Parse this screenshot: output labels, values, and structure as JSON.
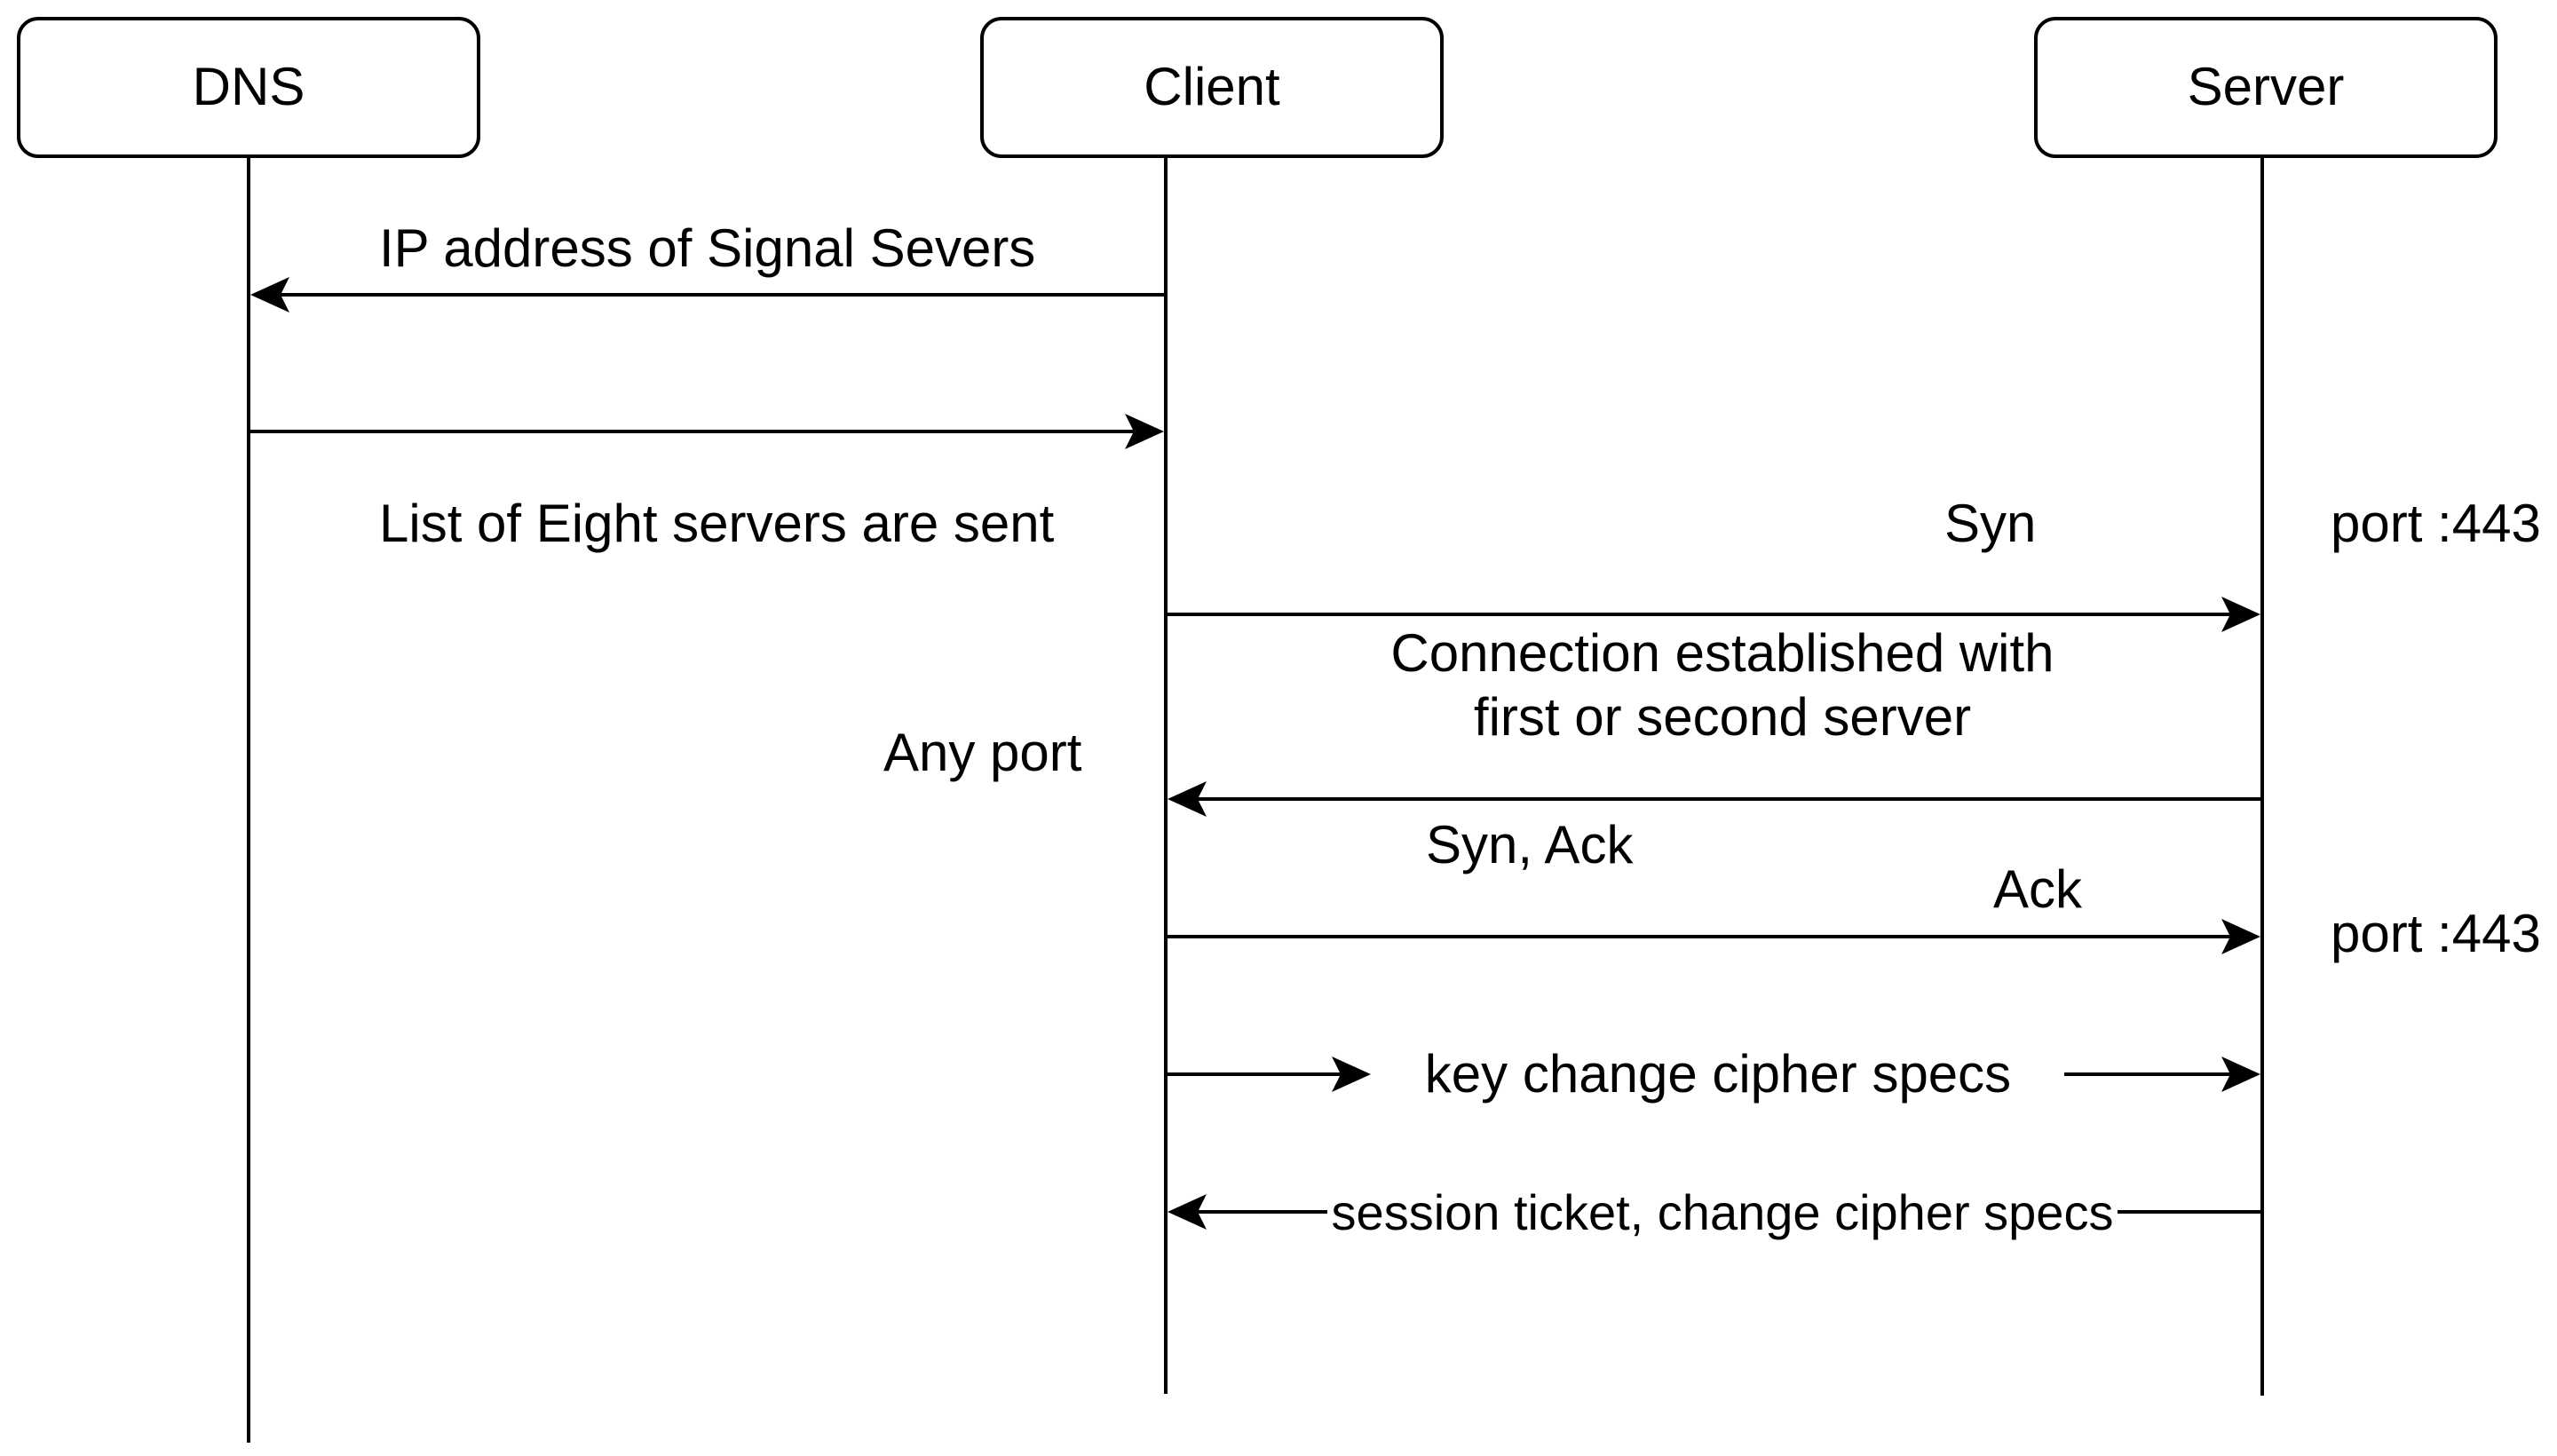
{
  "participants": {
    "dns": "DNS",
    "client": "Client",
    "server": "Server"
  },
  "messages": {
    "ip_query": "IP address of Signal Severs",
    "server_list": "List of Eight servers are sent",
    "syn": "Syn",
    "port_443_a": "port :443",
    "connection_line1": "Connection established with",
    "connection_line2": "first or second server",
    "any_port": "Any port",
    "syn_ack": "Syn, Ack",
    "ack": "Ack",
    "port_443_b": "port :443",
    "key_change": "key change cipher specs",
    "session_ticket": "session ticket, change cipher specs"
  }
}
